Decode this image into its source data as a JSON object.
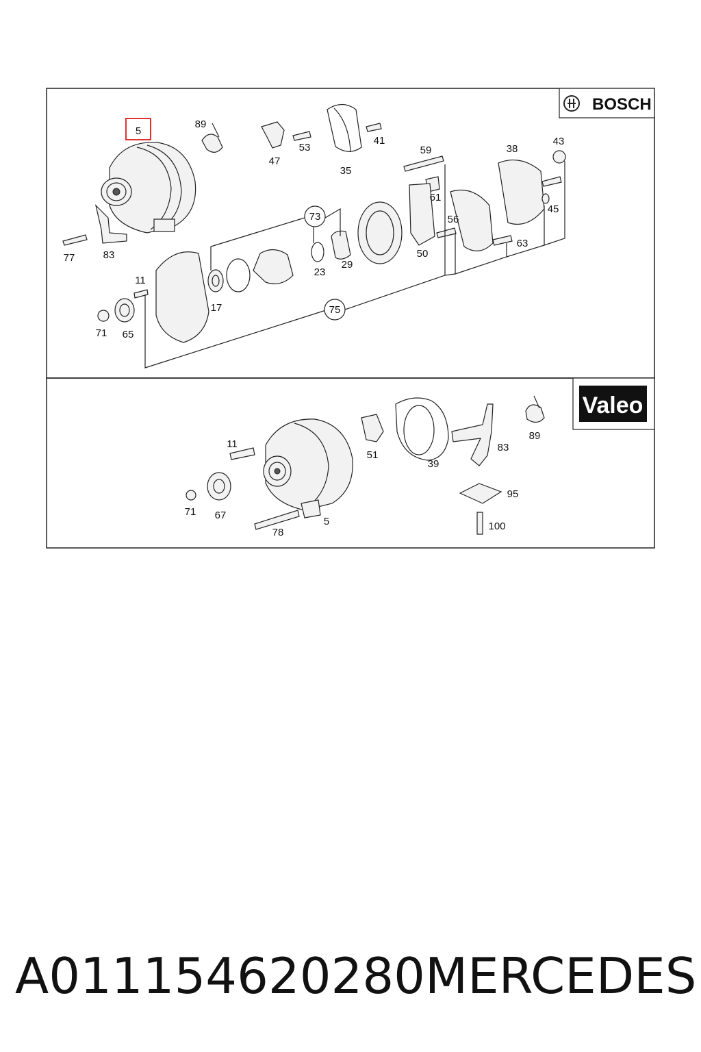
{
  "brands": {
    "top": "BOSCH",
    "bottom": "Valeo"
  },
  "highlight_label": "5",
  "bosch_labels": [
    "89",
    "47",
    "53",
    "35",
    "41",
    "59",
    "38",
    "43",
    "61",
    "45",
    "56",
    "63",
    "50",
    "73",
    "23",
    "29",
    "77",
    "83",
    "17",
    "11",
    "71",
    "65",
    "75"
  ],
  "valeo_labels": [
    "11",
    "51",
    "39",
    "83",
    "89",
    "95",
    "100",
    "71",
    "67",
    "78",
    "5"
  ],
  "caption": {
    "part_number": "A011154620280",
    "make": "MERCEDES"
  },
  "colors": {
    "highlight": "#e03030",
    "line": "#222222"
  }
}
